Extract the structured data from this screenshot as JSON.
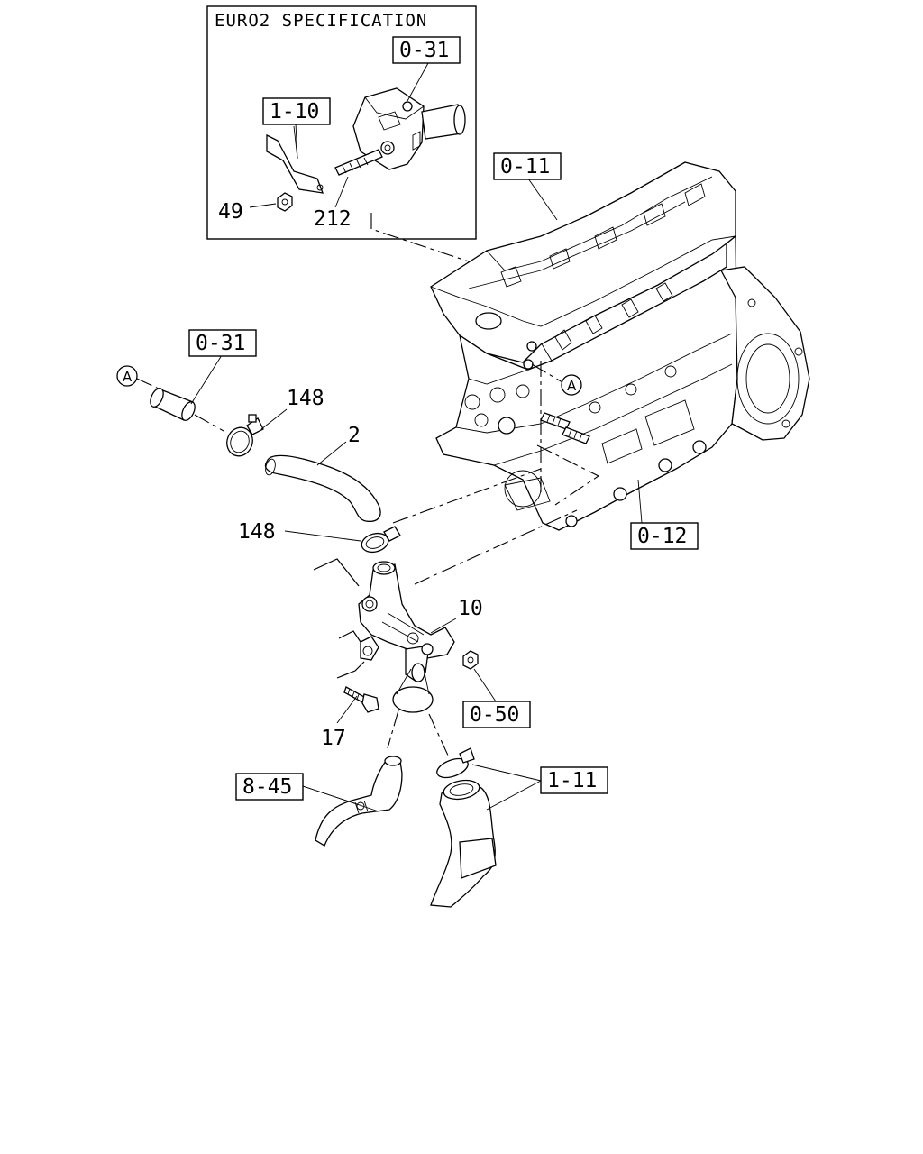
{
  "inset": {
    "title": "EURO2 SPECIFICATION",
    "refs": {
      "r031": "0-31",
      "r110": "1-10"
    },
    "parts": {
      "p49": "49",
      "p212": "212"
    }
  },
  "refs": {
    "r011": "0-11",
    "r031": "0-31",
    "r012": "0-12",
    "r050": "0-50",
    "r845": "8-45",
    "r111": "1-11"
  },
  "parts": {
    "p148a": "148",
    "p2": "2",
    "p148b": "148",
    "p10": "10",
    "p17": "17"
  },
  "markers": {
    "a1": "A",
    "a2": "A"
  }
}
